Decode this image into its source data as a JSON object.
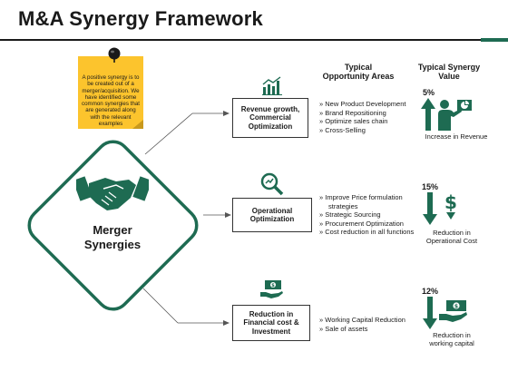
{
  "title": "M&A Synergy Framework",
  "colors": {
    "green": "#1e6b52",
    "yellow": "#fcc42d",
    "dark": "#1a1a1a"
  },
  "note": "A positive synergy is to be created out of a merger/acquisition. We have identified some common synergies that are generated along with the relevant examples",
  "center": {
    "line1": "Merger",
    "line2": "Synergies"
  },
  "headers": {
    "opportunity": [
      "Typical",
      "Opportunity Areas"
    ],
    "value": [
      "Typical Synergy",
      "Value"
    ]
  },
  "rows": [
    {
      "label": [
        "Revenue growth,",
        "Commercial",
        "Optimization"
      ],
      "icon": "chart-growth-icon",
      "bullets": [
        "New Product Development",
        "Brand Repositioning",
        "Optimize sales chain",
        "Cross-Selling"
      ],
      "pct": "5%",
      "direction": "up",
      "value_icon": "presenter-chart-icon",
      "caption": [
        "Increase in Revenue"
      ]
    },
    {
      "label": [
        "Operational",
        "Optimization"
      ],
      "icon": "magnifier-icon",
      "bullets": [
        "Improve Price formulation",
        "strategies",
        "Strategic Sourcing",
        "Procurement Optimization",
        "Cost reduction in all functions"
      ],
      "pct": "15%",
      "direction": "down",
      "value_icon": "dollar-down-icon",
      "caption": [
        "Reduction in",
        "Operational Cost"
      ]
    },
    {
      "label": [
        "Reduction in",
        "Financial cost &",
        "Investment"
      ],
      "icon": "money-hand-icon",
      "bullets": [
        "Working Capital Reduction",
        "Sale of assets"
      ],
      "pct": "12%",
      "direction": "down",
      "value_icon": "money-hand-icon",
      "caption": [
        "Reduction in",
        "working capital"
      ]
    }
  ]
}
